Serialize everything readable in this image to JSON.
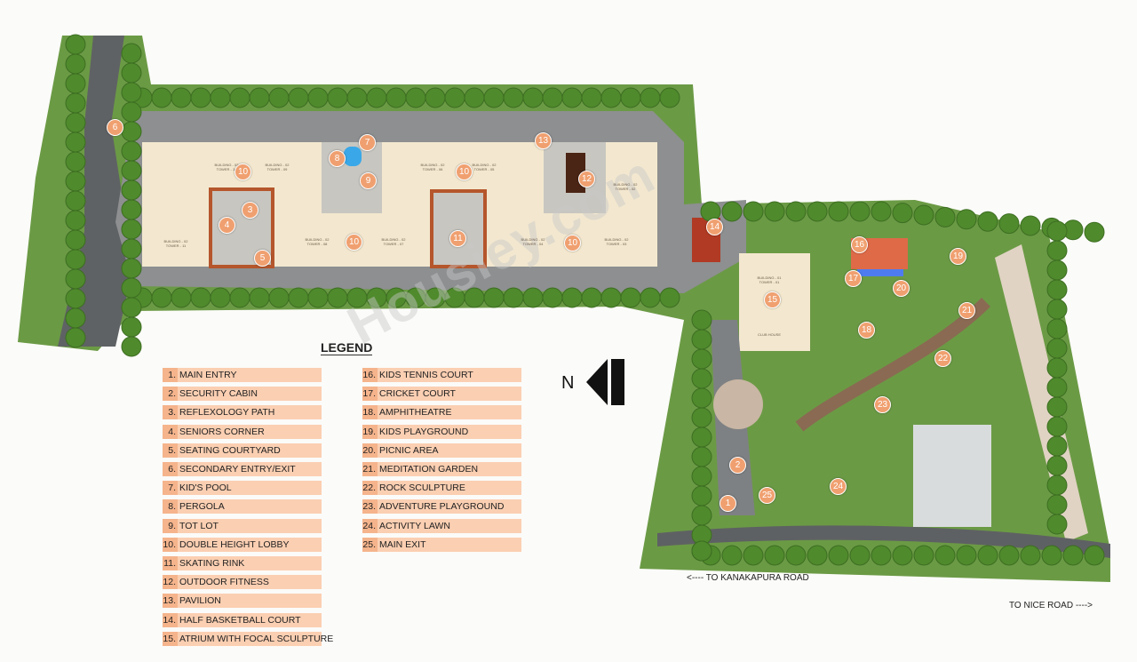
{
  "colors": {
    "marker": "#f0a070",
    "legend_row": "#fbcfb2",
    "legend_num": "#f5b48c",
    "grass": "#5e8a3a",
    "road": "#8d8f90",
    "building": "#f3e8cf"
  },
  "legend": {
    "title": "LEGEND",
    "items": [
      {
        "num": "1.",
        "label": "MAIN ENTRY"
      },
      {
        "num": "2.",
        "label": "SECURITY  CABIN"
      },
      {
        "num": "3.",
        "label": "REFLEXOLOGY PATH"
      },
      {
        "num": "4.",
        "label": "SENIORS CORNER"
      },
      {
        "num": "5.",
        "label": "SEATING COURTYARD"
      },
      {
        "num": "6.",
        "label": "SECONDARY ENTRY/EXIT"
      },
      {
        "num": "7.",
        "label": "KID'S POOL"
      },
      {
        "num": "8.",
        "label": "PERGOLA"
      },
      {
        "num": "9.",
        "label": "TOT LOT"
      },
      {
        "num": "10.",
        "label": "DOUBLE HEIGHT LOBBY"
      },
      {
        "num": "11.",
        "label": "SKATING RINK"
      },
      {
        "num": "12.",
        "label": "OUTDOOR FITNESS"
      },
      {
        "num": "13.",
        "label": "PAVILION"
      },
      {
        "num": "14.",
        "label": "HALF BASKETBALL COURT"
      },
      {
        "num": "15.",
        "label": "ATRIUM WITH FOCAL SCULPTURE"
      },
      {
        "num": "16.",
        "label": "KIDS TENNIS COURT"
      },
      {
        "num": "17.",
        "label": "CRICKET COURT"
      },
      {
        "num": "18.",
        "label": "AMPHITHEATRE"
      },
      {
        "num": "19.",
        "label": "KIDS PLAYGROUND"
      },
      {
        "num": "20.",
        "label": "PICNIC AREA"
      },
      {
        "num": "21.",
        "label": "MEDITATION GARDEN"
      },
      {
        "num": "22.",
        "label": "ROCK SCULPTURE"
      },
      {
        "num": "23.",
        "label": "ADVENTURE PLAYGROUND"
      },
      {
        "num": "24.",
        "label": "ACTIVITY LAWN"
      },
      {
        "num": "25.",
        "label": "MAIN EXIT"
      }
    ]
  },
  "markers": [
    "6",
    "10",
    "10",
    "10",
    "10",
    "3",
    "4",
    "5",
    "7",
    "8",
    "9",
    "11",
    "12",
    "13",
    "14",
    "15",
    "16",
    "17",
    "18",
    "19",
    "20",
    "21",
    "22",
    "23",
    "24",
    "25",
    "2",
    "1"
  ],
  "buildings": [
    "BUILDING - 02\nTOWER - 10",
    "BUILDING - 02\nTOWER - 09",
    "BUILDING - 02\nTOWER - 11",
    "BUILDING - 02\nTOWER - 08",
    "BUILDING - 02\nTOWER - 07",
    "BUILDING - 02\nTOWER - 06",
    "BUILDING - 02\nTOWER - 05",
    "BUILDING - 02\nTOWER - 04",
    "BUILDING - 02\nTOWER - 03",
    "BUILDING - 02\nTOWER - 02",
    "BUILDING - 01\nTOWER - 01",
    "CLUB HOUSE"
  ],
  "compass": {
    "label": "N",
    "icon": "north-arrow-icon"
  },
  "roads": {
    "left": "<---- TO KANAKAPURA ROAD",
    "right": "TO NICE ROAD ---->"
  },
  "watermark": "Housiey.com"
}
